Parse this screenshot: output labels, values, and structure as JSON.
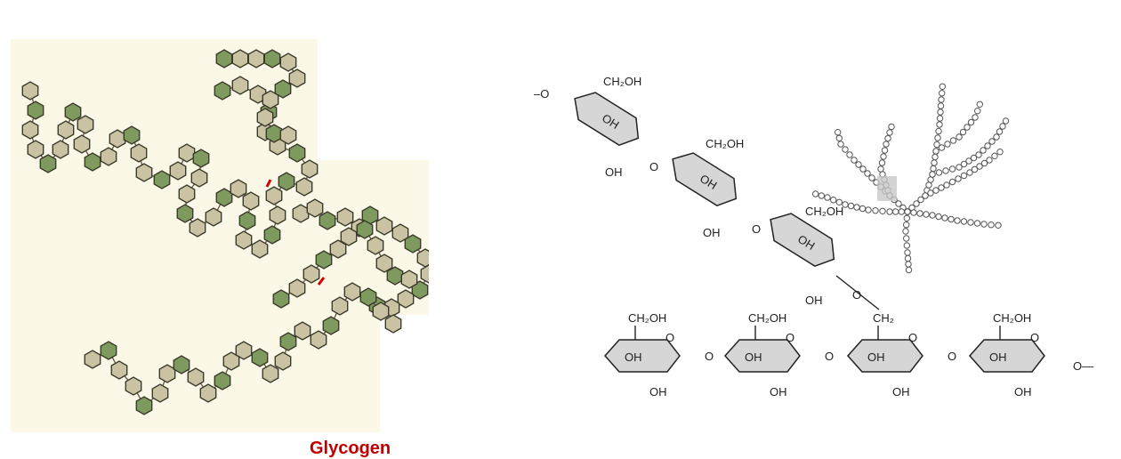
{
  "caption": "Glycogen",
  "colors": {
    "caption": "#c00000",
    "ring_fill": "#d6d6d6",
    "stroke": "#222222",
    "glucose_tan": "#c9c3a3",
    "glucose_green": "#7f9a5e",
    "link_red": "#d10000",
    "paper_background": "#fbf8e8"
  },
  "structure": {
    "ring_labels": {
      "ch2oh": "CH₂OH",
      "ch2": "CH₂",
      "oh": "OH",
      "o": "O",
      "bridge": "O",
      "chain_end": "O—"
    }
  }
}
